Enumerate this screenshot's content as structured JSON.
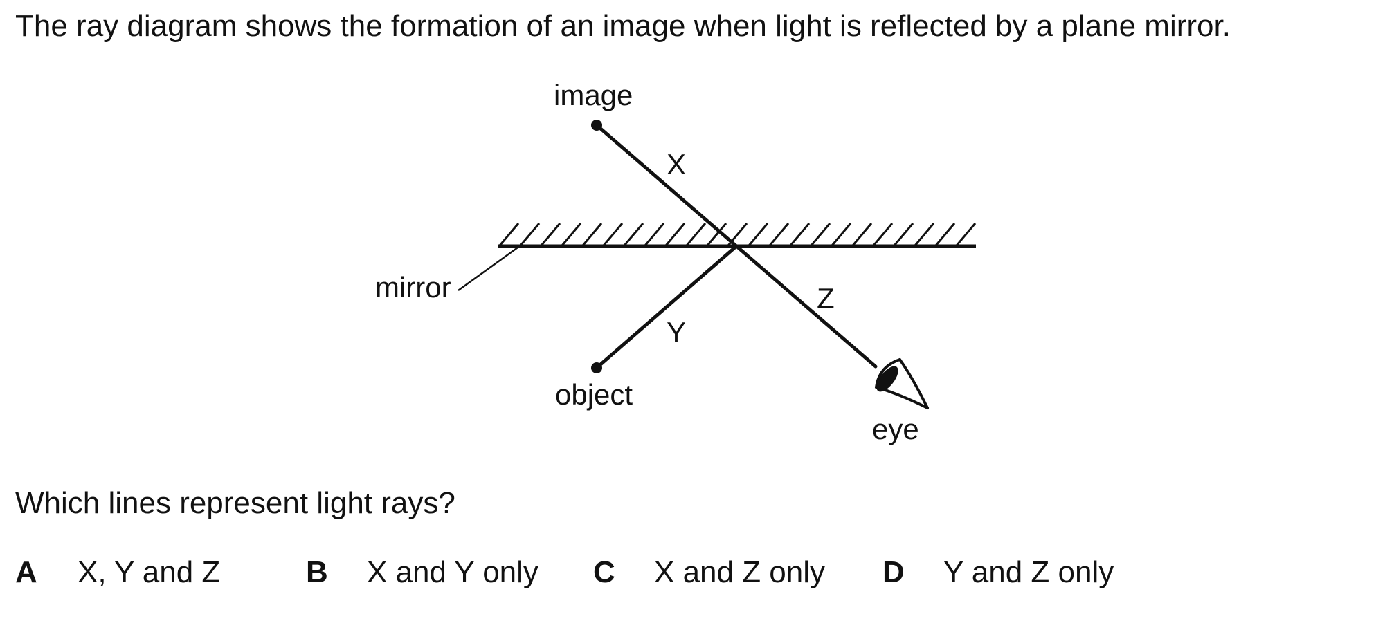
{
  "question": {
    "stem": "The ray diagram shows the formation of an image when light is reflected by a plane mirror.",
    "prompt": "Which lines represent light rays?"
  },
  "diagram": {
    "labels": {
      "image": "image",
      "x": "X",
      "mirror": "mirror",
      "z": "Z",
      "y": "Y",
      "object": "object",
      "eye": "eye"
    }
  },
  "options": [
    {
      "letter": "A",
      "text": "X, Y and Z"
    },
    {
      "letter": "B",
      "text": "X and Y only"
    },
    {
      "letter": "C",
      "text": "X and Z only"
    },
    {
      "letter": "D",
      "text": "Y and Z only"
    }
  ]
}
